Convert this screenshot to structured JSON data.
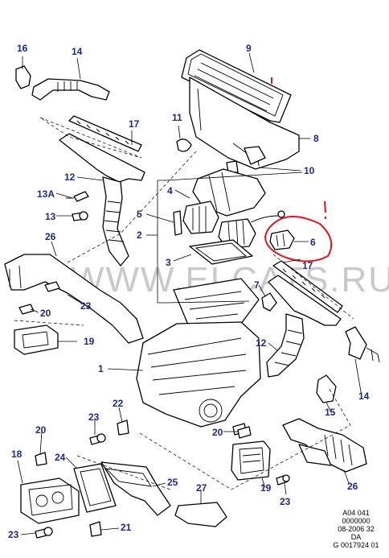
{
  "callouts": {
    "c1": "1",
    "c2": "2",
    "c3": "3",
    "c4": "4",
    "c5": "5",
    "c6": "6",
    "c7": "7",
    "c8": "8",
    "c9": "9",
    "c10": "10",
    "c11": "11",
    "c12a": "12",
    "c12b": "12",
    "c13": "13",
    "c13a": "13A",
    "c14a": "14",
    "c14b": "14",
    "c15": "15",
    "c16": "16",
    "c17a": "17",
    "c17b": "17",
    "c18": "18",
    "c19a": "19",
    "c19b": "19",
    "c20a": "20",
    "c20b": "20",
    "c20c": "20",
    "c21": "21",
    "c22": "22",
    "c23a": "23",
    "c23b": "23",
    "c23c": "23",
    "c23d": "23",
    "c24": "24",
    "c25": "25",
    "c26a": "26",
    "c26b": "26",
    "c27": "27"
  },
  "watermark": "WWW.ELCATS.RU",
  "reference": [
    "A04 041",
    "0000000",
    "08-2006 32",
    "DA",
    "G 0017924 01"
  ],
  "colors": {
    "callout": "#1a2a8c",
    "highlight": "#e0141e",
    "watermark": "#c9c9c9"
  }
}
